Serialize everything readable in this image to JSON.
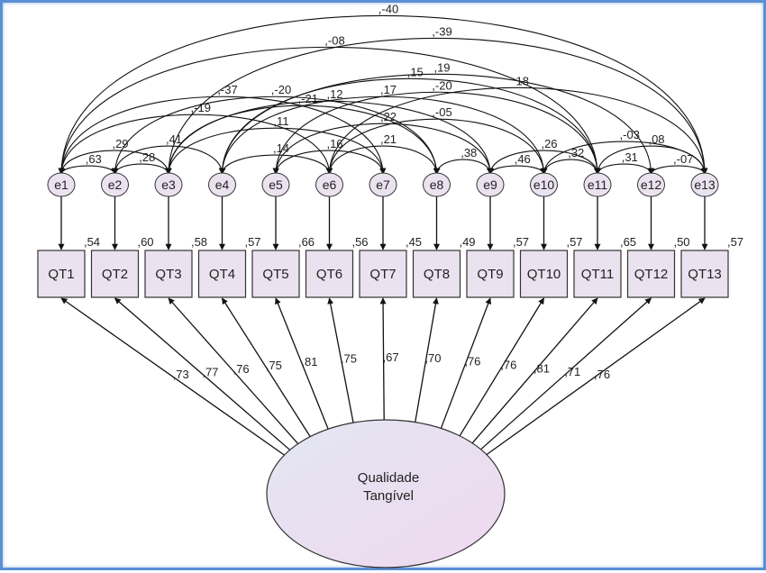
{
  "colors": {
    "frame_border": "#5b8fd6",
    "node_fill": "#ebe2f0",
    "node_stroke": "#333333",
    "line": "#111111"
  },
  "latent": {
    "label_line1": "Qualidade",
    "label_line2": "Tangível"
  },
  "items": [
    {
      "label": "QT1",
      "error": "e1",
      "r2": ",54",
      "loading": ",73"
    },
    {
      "label": "QT2",
      "error": "e2",
      "r2": ",60",
      "loading": ",77"
    },
    {
      "label": "QT3",
      "error": "e3",
      "r2": ",58",
      "loading": ",76"
    },
    {
      "label": "QT4",
      "error": "e4",
      "r2": ",57",
      "loading": ",75"
    },
    {
      "label": "QT5",
      "error": "e5",
      "r2": ",66",
      "loading": ",81"
    },
    {
      "label": "QT6",
      "error": "e6",
      "r2": ",56",
      "loading": ",75"
    },
    {
      "label": "QT7",
      "error": "e7",
      "r2": ",45",
      "loading": ",67"
    },
    {
      "label": "QT8",
      "error": "e8",
      "r2": ",49",
      "loading": ",70"
    },
    {
      "label": "QT9",
      "error": "e9",
      "r2": ",57",
      "loading": ",76"
    },
    {
      "label": "QT10",
      "error": "e10",
      "r2": ",57",
      "loading": ",76"
    },
    {
      "label": "QT11",
      "error": "e11",
      "r2": ",65",
      "loading": ",81"
    },
    {
      "label": "QT12",
      "error": "e12",
      "r2": ",50",
      "loading": ",71"
    },
    {
      "label": "QT13",
      "error": "e13",
      "r2": ",57",
      "loading": ",76"
    }
  ],
  "covariances": [
    {
      "from": "e1",
      "to": "e11",
      "value": ",-08"
    },
    {
      "from": "e1",
      "to": "e13",
      "value": ",-40"
    },
    {
      "from": "e3",
      "to": "e13",
      "value": ",-39"
    },
    {
      "from": "e4",
      "to": "e12",
      "value": ",19"
    },
    {
      "from": "e1",
      "to": "e7",
      "value": ",-37"
    },
    {
      "from": "e3",
      "to": "e8",
      "value": ",-21"
    },
    {
      "from": "e3",
      "to": "e9",
      "value": ",12"
    },
    {
      "from": "e4",
      "to": "e10",
      "value": ",17"
    },
    {
      "from": "e5",
      "to": "e11",
      "value": ",-20"
    },
    {
      "from": "e1",
      "to": "e6",
      "value": ",-19"
    },
    {
      "from": "e2",
      "to": "e8",
      "value": ",-20"
    },
    {
      "from": "e4",
      "to": "e11",
      "value": ",15"
    },
    {
      "from": "e3",
      "to": "e7",
      "value": ",11"
    },
    {
      "from": "e5",
      "to": "e9",
      "value": ",22"
    },
    {
      "from": "e6",
      "to": "e10",
      "value": ",-05"
    },
    {
      "from": "e6",
      "to": "e13",
      "value": "18"
    },
    {
      "from": "e1",
      "to": "e3",
      "value": ",29"
    },
    {
      "from": "e2",
      "to": "e4",
      "value": ",41"
    },
    {
      "from": "e4",
      "to": "e6",
      "value": ",14"
    },
    {
      "from": "e5",
      "to": "e7",
      "value": ",16"
    },
    {
      "from": "e6",
      "to": "e8",
      "value": ",21"
    },
    {
      "from": "e1",
      "to": "e2",
      "value": ",63"
    },
    {
      "from": "e2",
      "to": "e3",
      "value": ",28"
    },
    {
      "from": "e8",
      "to": "e9",
      "value": ",38"
    },
    {
      "from": "e9",
      "to": "e10",
      "value": ",46"
    },
    {
      "from": "e9",
      "to": "e11",
      "value": ",26"
    },
    {
      "from": "e10",
      "to": "e11",
      "value": ",32"
    },
    {
      "from": "e10",
      "to": "e13",
      "value": ",-03"
    },
    {
      "from": "e11",
      "to": "e12",
      "value": ",31"
    },
    {
      "from": "e11",
      "to": "e13",
      "value": ",08"
    },
    {
      "from": "e12",
      "to": "e13",
      "value": ",-07"
    }
  ]
}
